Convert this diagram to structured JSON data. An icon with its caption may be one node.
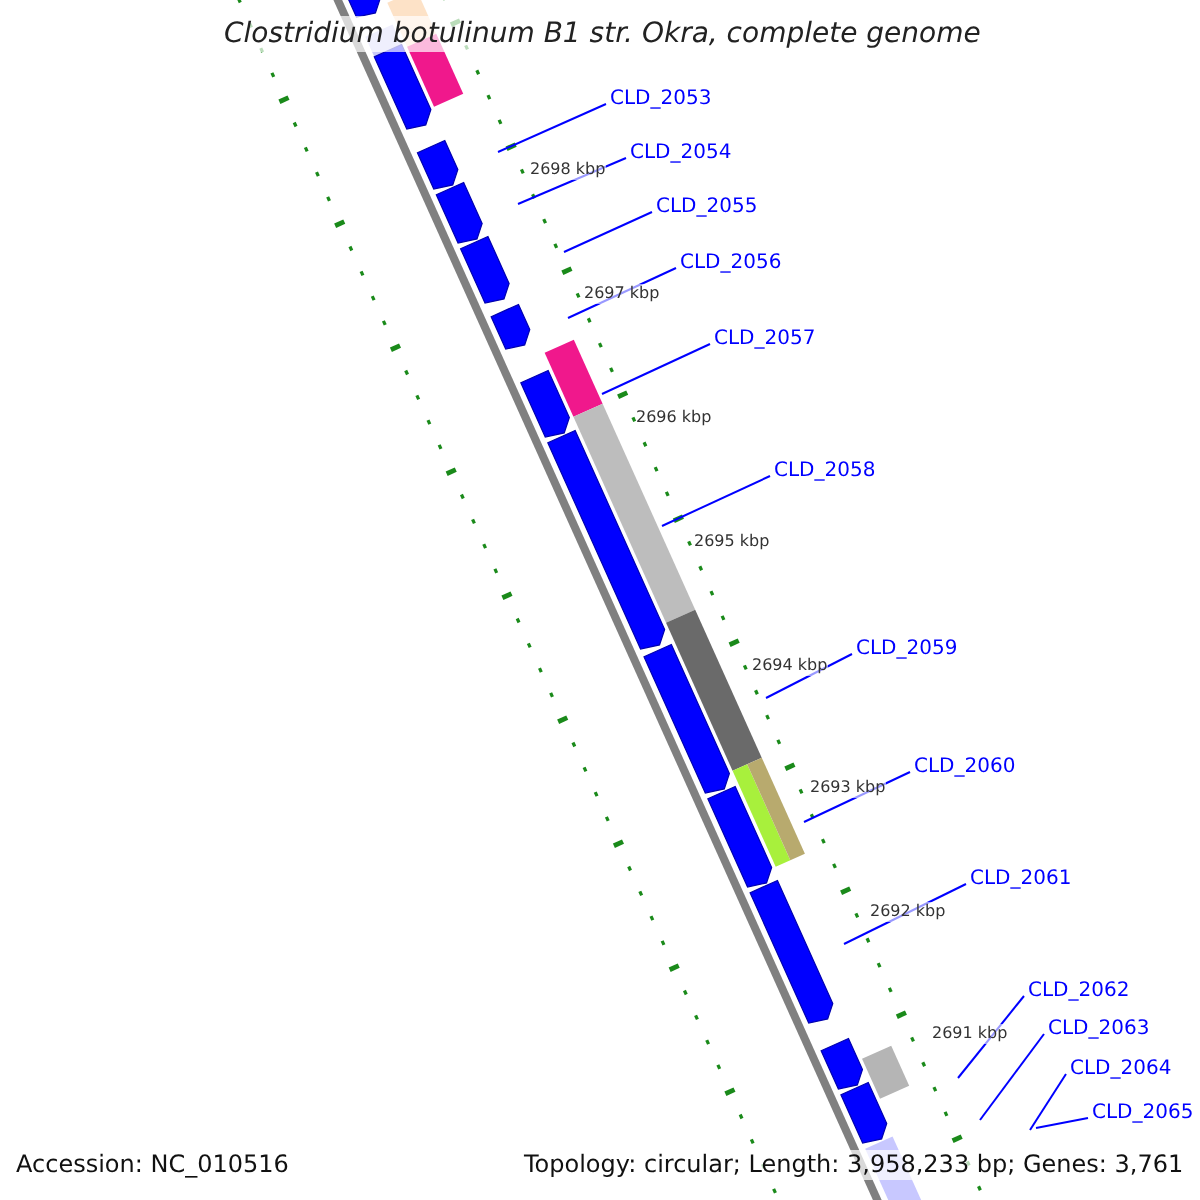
{
  "diagram": {
    "title": "Clostridium botulinum B1 str. Okra, complete genome",
    "nodes": [
      {
        "text": [
          "CLD_2053"
        ]
      },
      {
        "text": [
          "CLD_2054"
        ]
      },
      {
        "text": [
          "CLD_2055"
        ]
      },
      {
        "text": [
          "CLD_2056"
        ]
      },
      {
        "text": [
          "CLD_2057"
        ]
      },
      {
        "text": [
          "CLD_2058"
        ]
      },
      {
        "text": [
          "CLD_2059"
        ]
      },
      {
        "text": [
          "CLD_2060"
        ]
      },
      {
        "text": [
          "CLD_2061"
        ]
      },
      {
        "text": [
          "CLD_2062"
        ]
      },
      {
        "text": [
          "CLD_2063"
        ]
      },
      {
        "text": [
          "CLD_2064"
        ]
      },
      {
        "text": [
          "CLD_2065"
        ]
      }
    ],
    "edges": [
      {
        "from": 0,
        "to": null,
        "arrow": "none"
      },
      {
        "from": 1,
        "to": null,
        "arrow": "none"
      },
      {
        "from": 2,
        "to": null,
        "arrow": "none"
      },
      {
        "from": 3,
        "to": null,
        "arrow": "none"
      },
      {
        "from": 4,
        "to": null,
        "arrow": "none"
      },
      {
        "from": 5,
        "to": null,
        "arrow": "none"
      },
      {
        "from": 6,
        "to": null,
        "arrow": "none"
      },
      {
        "from": 7,
        "to": null,
        "arrow": "none"
      },
      {
        "from": 8,
        "to": null,
        "arrow": "none"
      },
      {
        "from": 9,
        "to": null,
        "arrow": "none"
      },
      {
        "from": 10,
        "to": null,
        "arrow": "none"
      },
      {
        "from": 11,
        "to": null,
        "arrow": "none"
      },
      {
        "from": 12,
        "to": null,
        "arrow": "none"
      }
    ],
    "labels": [
      "2698 kbp",
      "2697 kbp",
      "2696 kbp",
      "2695 kbp",
      "2694 kbp",
      "2693 kbp",
      "2692 kbp",
      "2691 kbp",
      "Accession: NC_010516",
      "Topology: circular; Length: 3,958,233 bp; Genes: 3,761"
    ]
  }
}
